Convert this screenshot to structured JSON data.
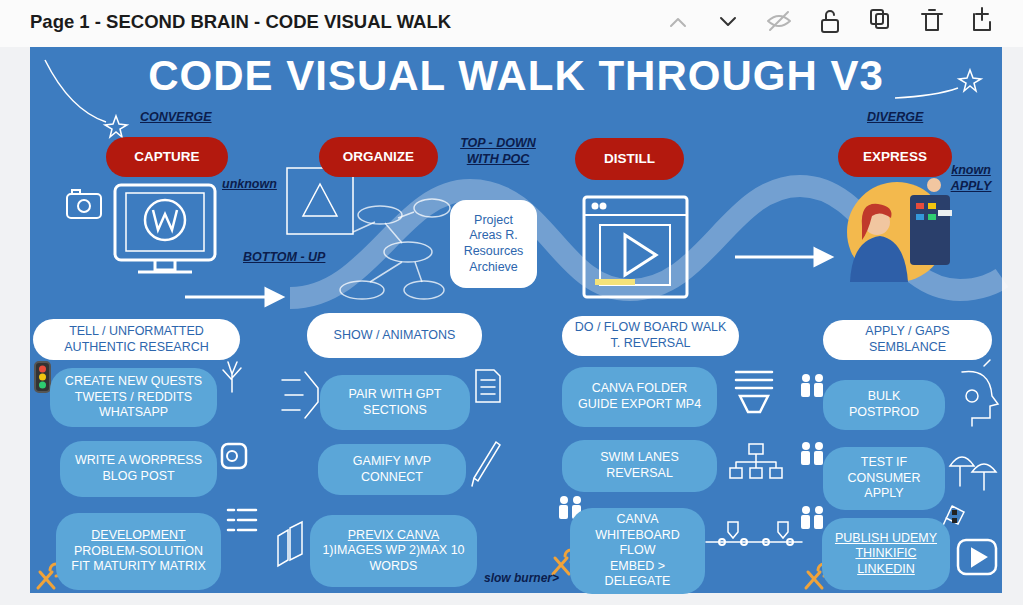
{
  "diagram": {
    "title": "CODE VISUAL WALK THROUGH V3",
    "nodes": [
      {
        "text": [
          "CAPTURE"
        ]
      },
      {
        "text": [
          "ORGANIZE"
        ]
      },
      {
        "text": [
          "DISTILL"
        ]
      },
      {
        "text": [
          "EXPRESS"
        ]
      },
      {
        "text": [
          "Project Areas R. Resources Archieve"
        ]
      },
      {
        "text": [
          "TELL / UNFORMATTED AUTHENTIC RESEARCH"
        ]
      },
      {
        "text": [
          "SHOW / ANIMATONS"
        ]
      },
      {
        "text": [
          "DO / FLOW BOARD WALK T. REVERSAL"
        ]
      },
      {
        "text": [
          "APPLY / GAPS SEMBLANCE"
        ]
      },
      {
        "text": [
          "CREATE NEW QUESTS TWEETS / REDDITS WHATSAPP"
        ]
      },
      {
        "text": [
          "PAIR WITH GPT SECTIONS"
        ]
      },
      {
        "text": [
          "CANVA FOLDER GUIDE EXPORT MP4"
        ]
      },
      {
        "text": [
          "BULK POSTPROD"
        ]
      },
      {
        "text": [
          "WRITE A WORPRESS BLOG POST"
        ]
      },
      {
        "text": [
          "GAMIFY MVP CONNECT"
        ]
      },
      {
        "text": [
          "SWIM LANES REVERSAL"
        ]
      },
      {
        "text": [
          "TEST IF CONSUMER APPLY"
        ]
      },
      {
        "text": [
          "DEVELOPMENT",
          "PROBLEM-SOLUTION FIT MATURITY MATRIX"
        ]
      },
      {
        "text": [
          "PREVIX CANVA",
          "1)IMAGES WP 2)MAX 10 WORDS"
        ]
      },
      {
        "text": [
          "CANVA WHITEBOARD FLOW",
          "EMBED > DELEGATE"
        ]
      },
      {
        "text": [
          "PUBLISH UDEMY THINKIFIC LINKEDIN"
        ]
      }
    ],
    "labels": [
      "Page 1 - SECOND BRAIN - CODE VISUAL WALK",
      "CONVERGE",
      "DIVERGE",
      "unknown",
      "BOTTOM - UP",
      "TOP - DOWN WITH POC",
      "known APPLY",
      "slow burner>"
    ]
  }
}
